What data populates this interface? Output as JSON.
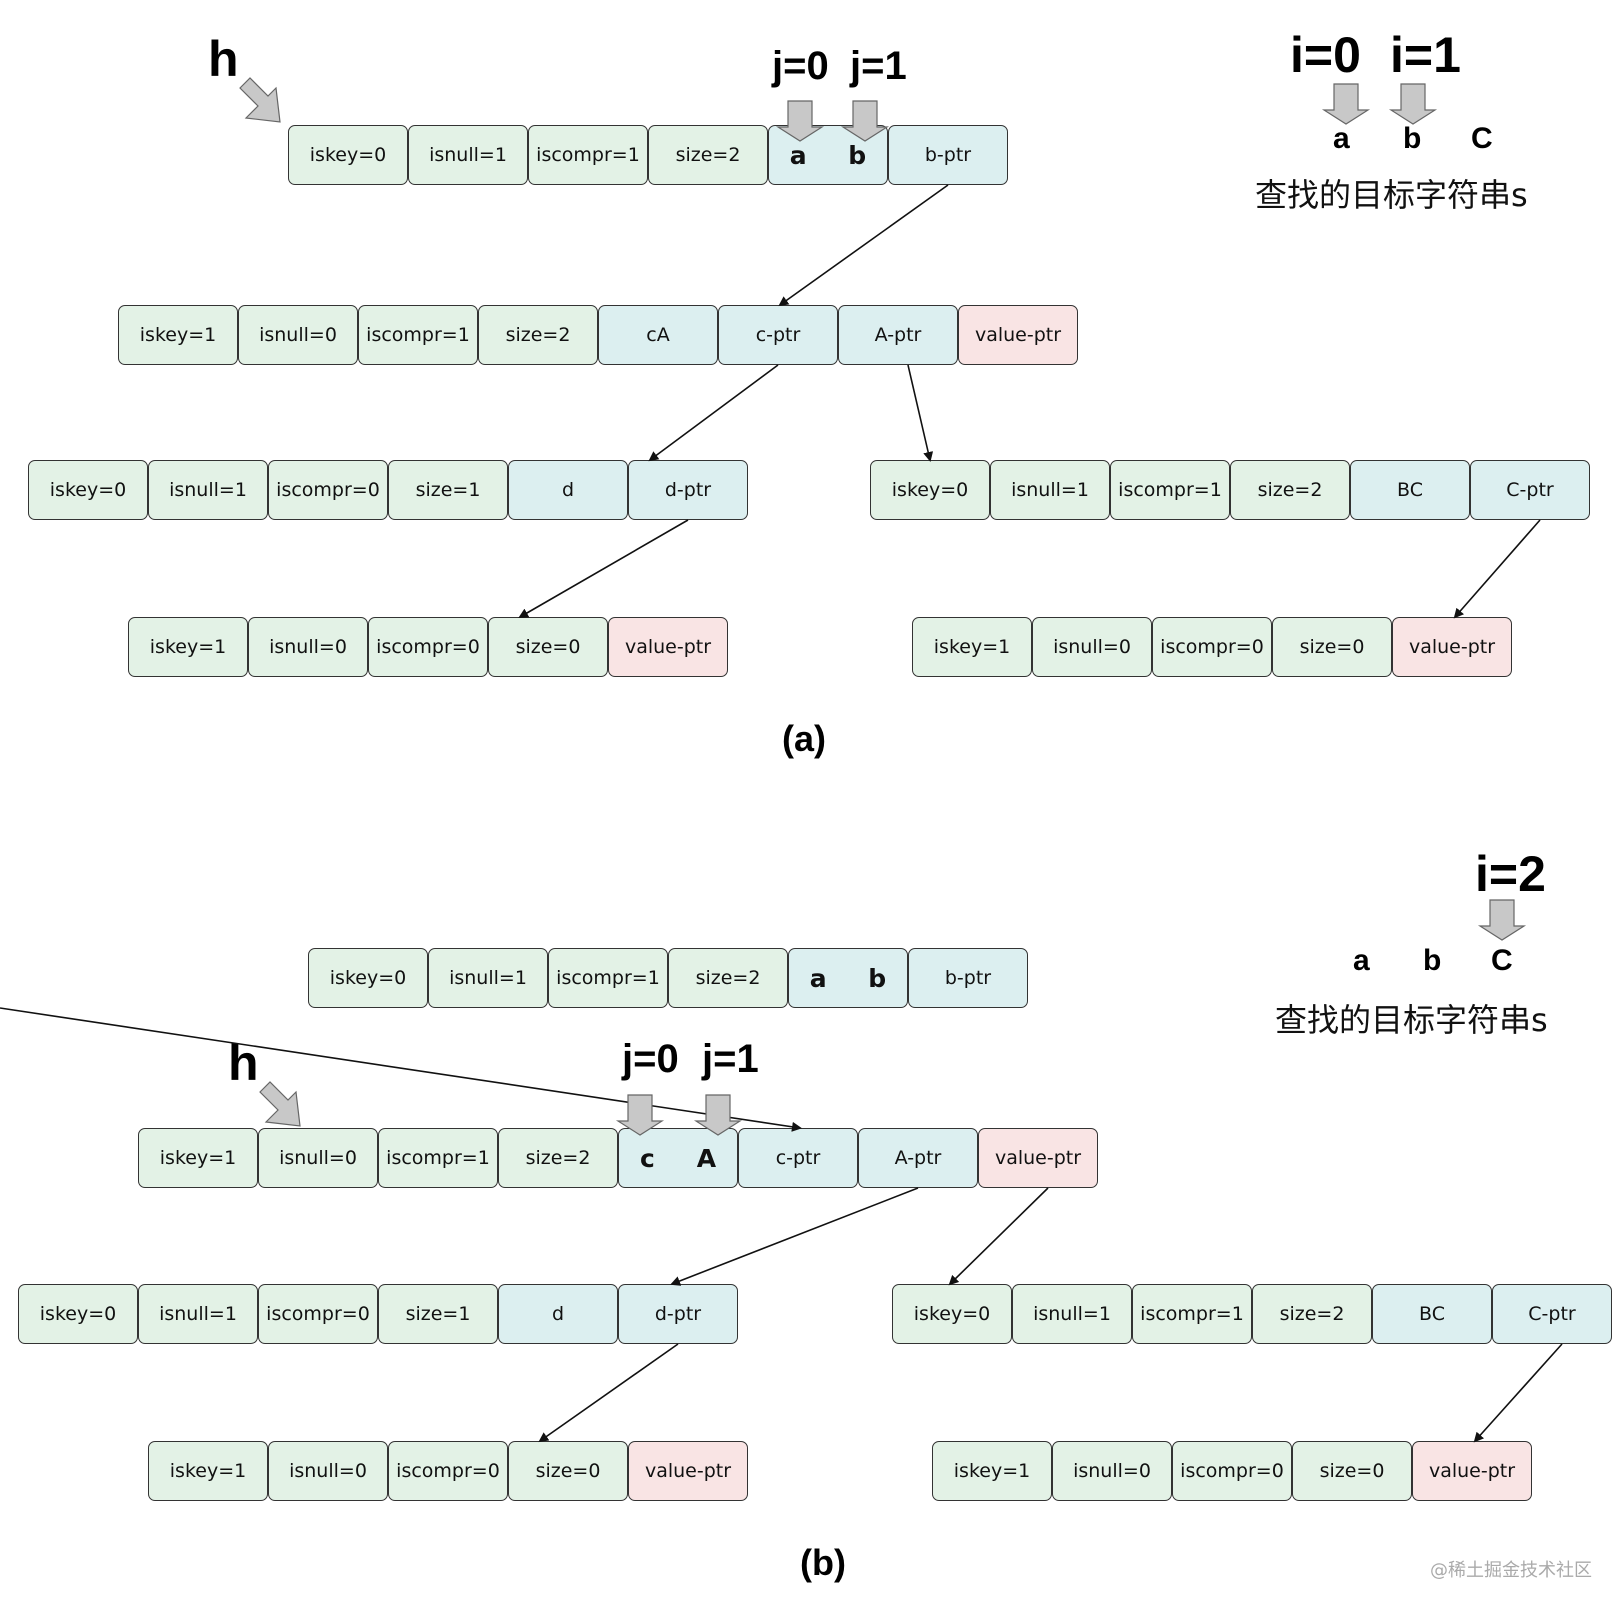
{
  "colors": {
    "meta_fill": "#e3f2e6",
    "data_fill": "#dceff0",
    "value_fill": "#f9e4e4",
    "border": "#333333",
    "arrow_gray": "#c8c8c8"
  },
  "panel_a": {
    "label": "(a)",
    "h_label": "h",
    "j_labels": [
      "j=0",
      "j=1"
    ],
    "i_labels": [
      "i=0",
      "i=1"
    ],
    "search_string": [
      "a",
      "b",
      "C"
    ],
    "search_caption": "查找的目标字符串s",
    "nodes": {
      "root": {
        "cells": [
          "iskey=0",
          "isnull=1",
          "iscompr=1",
          "size=2"
        ],
        "chars": [
          "a",
          "b"
        ],
        "ptrs": [
          "b-ptr"
        ]
      },
      "n1": {
        "cells": [
          "iskey=1",
          "isnull=0",
          "iscompr=1",
          "size=2",
          "cA",
          "c-ptr",
          "A-ptr",
          "value-ptr"
        ]
      },
      "n2": {
        "cells": [
          "iskey=0",
          "isnull=1",
          "iscompr=0",
          "size=1",
          "d",
          "d-ptr"
        ]
      },
      "n3": {
        "cells": [
          "iskey=0",
          "isnull=1",
          "iscompr=1",
          "size=2",
          "BC",
          "C-ptr"
        ]
      },
      "n4": {
        "cells": [
          "iskey=1",
          "isnull=0",
          "iscompr=0",
          "size=0",
          "value-ptr"
        ]
      },
      "n5": {
        "cells": [
          "iskey=1",
          "isnull=0",
          "iscompr=0",
          "size=0",
          "value-ptr"
        ]
      }
    }
  },
  "panel_b": {
    "label": "(b)",
    "h_label": "h",
    "j_labels": [
      "j=0",
      "j=1"
    ],
    "i_labels": [
      "i=2"
    ],
    "search_string": [
      "a",
      "b",
      "C"
    ],
    "search_caption": "查找的目标字符串s",
    "nodes": {
      "root": {
        "cells": [
          "iskey=0",
          "isnull=1",
          "iscompr=1",
          "size=2"
        ],
        "chars": [
          "a",
          "b"
        ],
        "ptrs": [
          "b-ptr"
        ]
      },
      "n1": {
        "cells": [
          "iskey=1",
          "isnull=0",
          "iscompr=1",
          "size=2"
        ],
        "chars": [
          "c",
          "A"
        ],
        "ptrs": [
          "c-ptr",
          "A-ptr",
          "value-ptr"
        ]
      },
      "n2": {
        "cells": [
          "iskey=0",
          "isnull=1",
          "iscompr=0",
          "size=1",
          "d",
          "d-ptr"
        ]
      },
      "n3": {
        "cells": [
          "iskey=0",
          "isnull=1",
          "iscompr=1",
          "size=2",
          "BC",
          "C-ptr"
        ]
      },
      "n4": {
        "cells": [
          "iskey=1",
          "isnull=0",
          "iscompr=0",
          "size=0",
          "value-ptr"
        ]
      },
      "n5": {
        "cells": [
          "iskey=1",
          "isnull=0",
          "iscompr=0",
          "size=0",
          "value-ptr"
        ]
      }
    }
  },
  "watermark": "@稀土掘金技术社区"
}
